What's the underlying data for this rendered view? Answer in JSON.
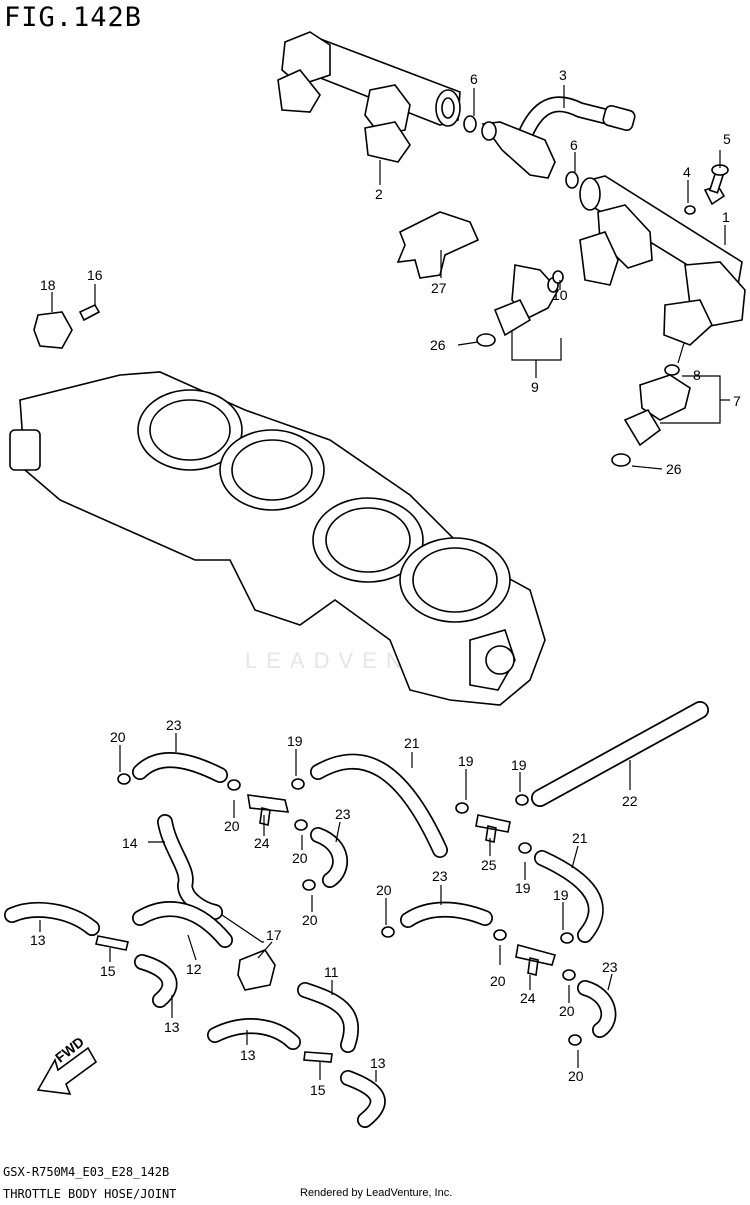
{
  "figure": {
    "title": "FIG.142B"
  },
  "footer": {
    "model_code": "GSX-R750M4_E03_E28_142B",
    "section_name": "THROTTLE BODY HOSE/JOINT",
    "rendered_by": "Rendered by LeadVenture, Inc."
  },
  "watermark": "LEADVENTURE",
  "fwd_label": "FWD",
  "callouts": [
    {
      "id": "c-1",
      "text": "1"
    },
    {
      "id": "c-2",
      "text": "2"
    },
    {
      "id": "c-3",
      "text": "3"
    },
    {
      "id": "c-4",
      "text": "4"
    },
    {
      "id": "c-5",
      "text": "5"
    },
    {
      "id": "c-6a",
      "text": "6"
    },
    {
      "id": "c-6b",
      "text": "6"
    },
    {
      "id": "c-7",
      "text": "7"
    },
    {
      "id": "c-8",
      "text": "8"
    },
    {
      "id": "c-9",
      "text": "9"
    },
    {
      "id": "c-10",
      "text": "10"
    },
    {
      "id": "c-11",
      "text": "11"
    },
    {
      "id": "c-12",
      "text": "12"
    },
    {
      "id": "c-13a",
      "text": "13"
    },
    {
      "id": "c-13b",
      "text": "13"
    },
    {
      "id": "c-13c",
      "text": "13"
    },
    {
      "id": "c-13d",
      "text": "13"
    },
    {
      "id": "c-14",
      "text": "14"
    },
    {
      "id": "c-15a",
      "text": "15"
    },
    {
      "id": "c-15b",
      "text": "15"
    },
    {
      "id": "c-16",
      "text": "16"
    },
    {
      "id": "c-17",
      "text": "17"
    },
    {
      "id": "c-18",
      "text": "18"
    },
    {
      "id": "c-19a",
      "text": "19"
    },
    {
      "id": "c-19b",
      "text": "19"
    },
    {
      "id": "c-19c",
      "text": "19"
    },
    {
      "id": "c-19d",
      "text": "19"
    },
    {
      "id": "c-19e",
      "text": "19"
    },
    {
      "id": "c-20a",
      "text": "20"
    },
    {
      "id": "c-20b",
      "text": "20"
    },
    {
      "id": "c-20c",
      "text": "20"
    },
    {
      "id": "c-20d",
      "text": "20"
    },
    {
      "id": "c-20e",
      "text": "20"
    },
    {
      "id": "c-20f",
      "text": "20"
    },
    {
      "id": "c-20g",
      "text": "20"
    },
    {
      "id": "c-20h",
      "text": "20"
    },
    {
      "id": "c-21a",
      "text": "21"
    },
    {
      "id": "c-21b",
      "text": "21"
    },
    {
      "id": "c-22",
      "text": "22"
    },
    {
      "id": "c-23a",
      "text": "23"
    },
    {
      "id": "c-23b",
      "text": "23"
    },
    {
      "id": "c-23c",
      "text": "23"
    },
    {
      "id": "c-23d",
      "text": "23"
    },
    {
      "id": "c-24a",
      "text": "24"
    },
    {
      "id": "c-24b",
      "text": "24"
    },
    {
      "id": "c-25",
      "text": "25"
    },
    {
      "id": "c-26a",
      "text": "26"
    },
    {
      "id": "c-26b",
      "text": "26"
    },
    {
      "id": "c-27",
      "text": "27"
    }
  ]
}
